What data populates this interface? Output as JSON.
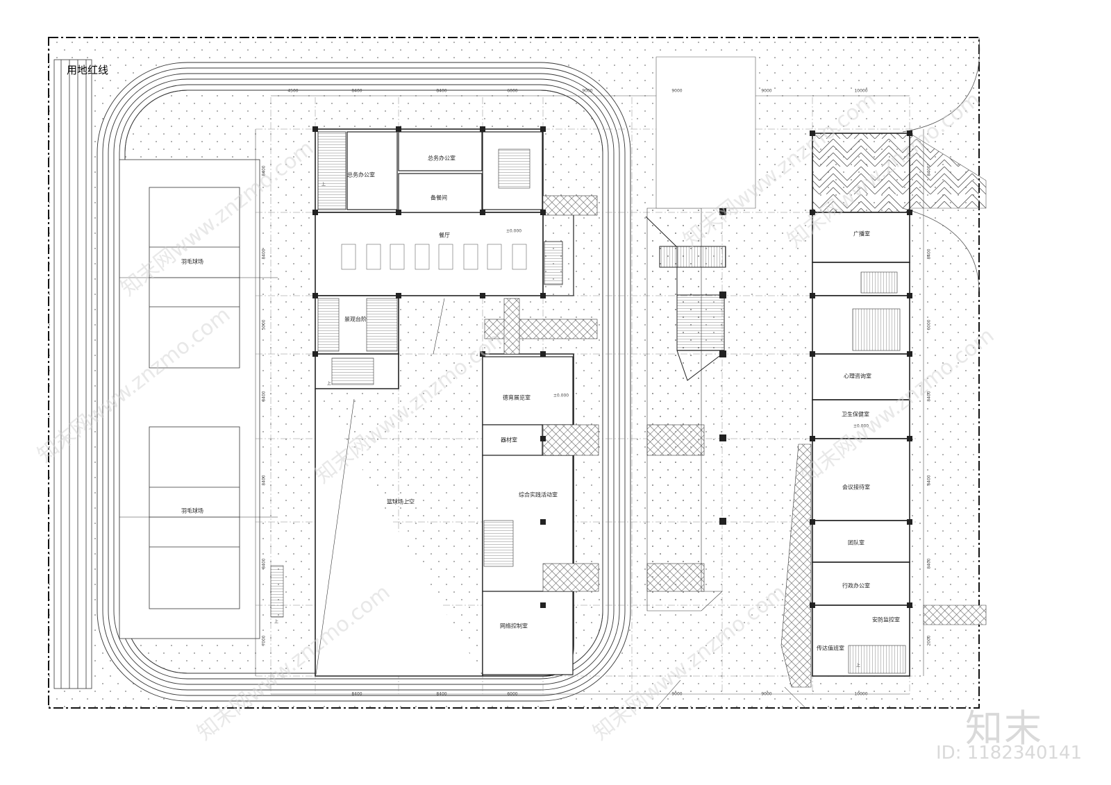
{
  "site": {
    "red_line_label": "用地红线"
  },
  "rooms": {
    "general_office_1": "总务办公室",
    "general_office_2": "总务办公室",
    "pantry": "备餐间",
    "dining_hall": "餐厅",
    "viewing_steps": "景观台阶",
    "badminton_court_1": "羽毛球场",
    "badminton_court_2": "羽毛球场",
    "moral_exhibition": "德育展览室",
    "equipment_room": "器材室",
    "practice_activity": "综合实践活动室",
    "basketball_void": "篮球场上空",
    "network_control": "网络控制室",
    "broadcast_room": "广播室",
    "psych_counseling": "心理咨询室",
    "health_care": "卫生保健室",
    "reception": "会议接待室",
    "team_room": "团队室",
    "admin_office": "行政办公室",
    "security_monitor": "安防监控室",
    "guard_room": "传达值班室"
  },
  "levels": {
    "dining": "±0.000",
    "exhibition": "±0.000",
    "health": "±0.000"
  },
  "dimensions": {
    "top": [
      "4500",
      "8400",
      "8400",
      "6000",
      "9000",
      "9000",
      "9000",
      "10000"
    ],
    "bottom": [
      "8400",
      "8400",
      "6000",
      "9000",
      "9000",
      "10000"
    ],
    "left": [
      "8400",
      "8400",
      "5000",
      "8400",
      "8400",
      "8400",
      "7000"
    ],
    "right": [
      "8400",
      "8400",
      "6000",
      "8400",
      "8400",
      "8400",
      "2000"
    ]
  },
  "stair_marks": {
    "up": "上"
  },
  "watermark": {
    "text": "知末网www.znzmo.com",
    "brand": "知末",
    "id": "ID: 1182340141"
  },
  "colors": {
    "line": "#222222",
    "hatch": "#555555",
    "dots": "#777777",
    "watermark": "#d9d9d9"
  }
}
